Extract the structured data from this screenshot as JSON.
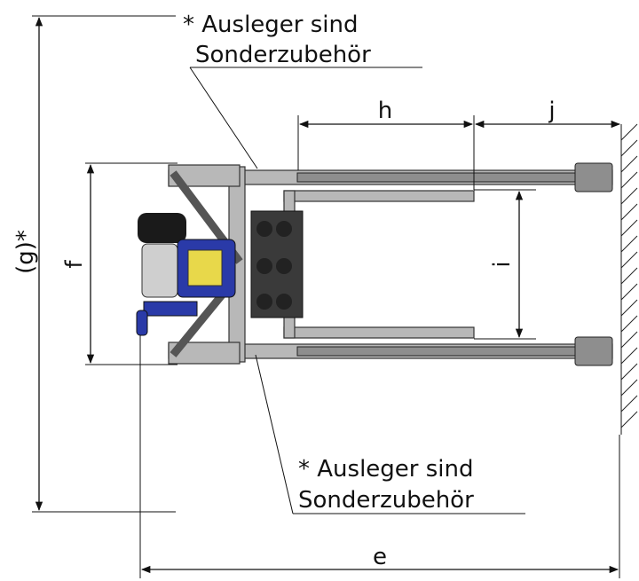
{
  "labels": {
    "e": "e",
    "f": "f",
    "g": "(g)*",
    "h": "h",
    "i": "i",
    "j": "j"
  },
  "notes": {
    "top": {
      "line1": "* Ausleger sind",
      "line2": "Sonderzubehör"
    },
    "bottom": {
      "line1": "* Ausleger sind",
      "line2": "Sonderzubehör"
    }
  },
  "colors": {
    "frame": "#b8b8b8",
    "blue_part": "#2a3aa8",
    "yellow_part": "#e8d84a",
    "tire": "#1a1a1a"
  }
}
